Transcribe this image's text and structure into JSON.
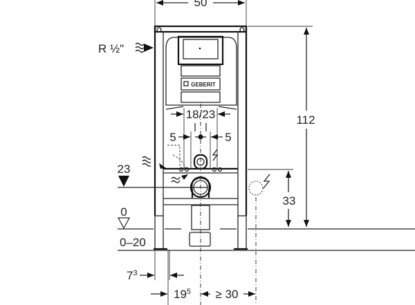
{
  "drawing": {
    "dimensions": {
      "width": "50",
      "height": "112",
      "socket_height": "33",
      "drain_height": "23",
      "floor_level": "0",
      "floor_adjust": "0–20",
      "flush_spacing": "18/23",
      "left_offset": "5",
      "right_offset": "5",
      "foot_offset": "7",
      "foot_offset_sup": "3",
      "drain_offset": "19",
      "drain_offset_sup": "5",
      "socket_distance": "≥ 30"
    },
    "water_inlet_label": "R ½\"",
    "brand": "GEBERIT"
  }
}
